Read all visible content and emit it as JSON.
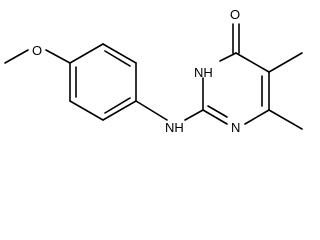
{
  "structure": {
    "atom_labels": {
      "methoxy_o": "O",
      "nh_linker": "NH",
      "carbonyl_o": "O",
      "ring_nh": "NH",
      "ring_n": "N"
    }
  },
  "colors": {
    "bond": "#000000",
    "text": "#000000",
    "background": "#ffffff"
  }
}
